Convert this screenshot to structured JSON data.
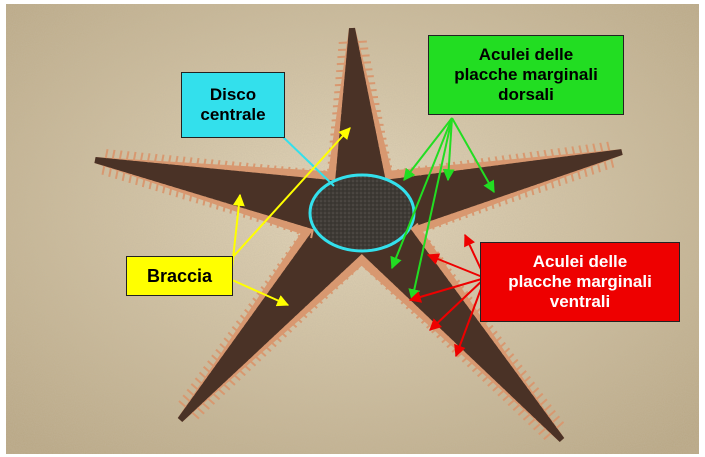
{
  "labels": {
    "disco_centrale": "Disco\ncentrale",
    "aculei_dorsali": "Aculei delle\nplacche marginali\ndorsali",
    "braccia": "Braccia",
    "aculei_ventrali": "Aculei delle\nplacche marginali\nventrali"
  },
  "colors": {
    "sand": "#cfbf9f",
    "starfish": "#4a3226",
    "spines": "#d89870",
    "cyan": "#33e0ec",
    "green": "#22dd22",
    "yellow": "#ffff00",
    "red": "#ee0000"
  }
}
